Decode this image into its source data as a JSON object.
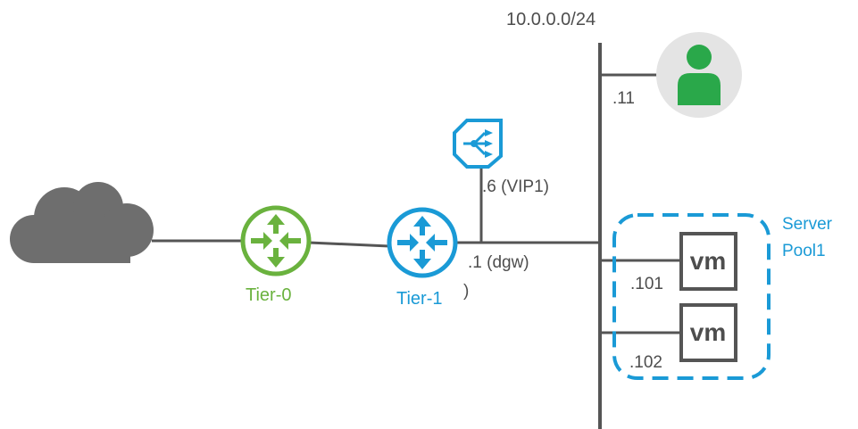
{
  "network": {
    "subnet": "10.0.0.0/24"
  },
  "client": {
    "ip": ".11"
  },
  "load_balancer": {
    "ip": ".6 (VIP1)"
  },
  "tier0": {
    "label": "Tier-0"
  },
  "tier1": {
    "label": "Tier-1",
    "stray": ")",
    "ip": ".1 (dgw)"
  },
  "server_pool": {
    "label_line1": "Server",
    "label_line2": "Pool1",
    "servers": [
      {
        "ip": ".101",
        "label": "vm"
      },
      {
        "ip": ".102",
        "label": "vm"
      }
    ]
  },
  "colors": {
    "tier0": "#6ab23e",
    "tier1": "#1a9ad6",
    "pool_border": "#1a9ad6",
    "client": "#2aa84a",
    "line": "#555555",
    "cloud": "#6e6e6e"
  }
}
